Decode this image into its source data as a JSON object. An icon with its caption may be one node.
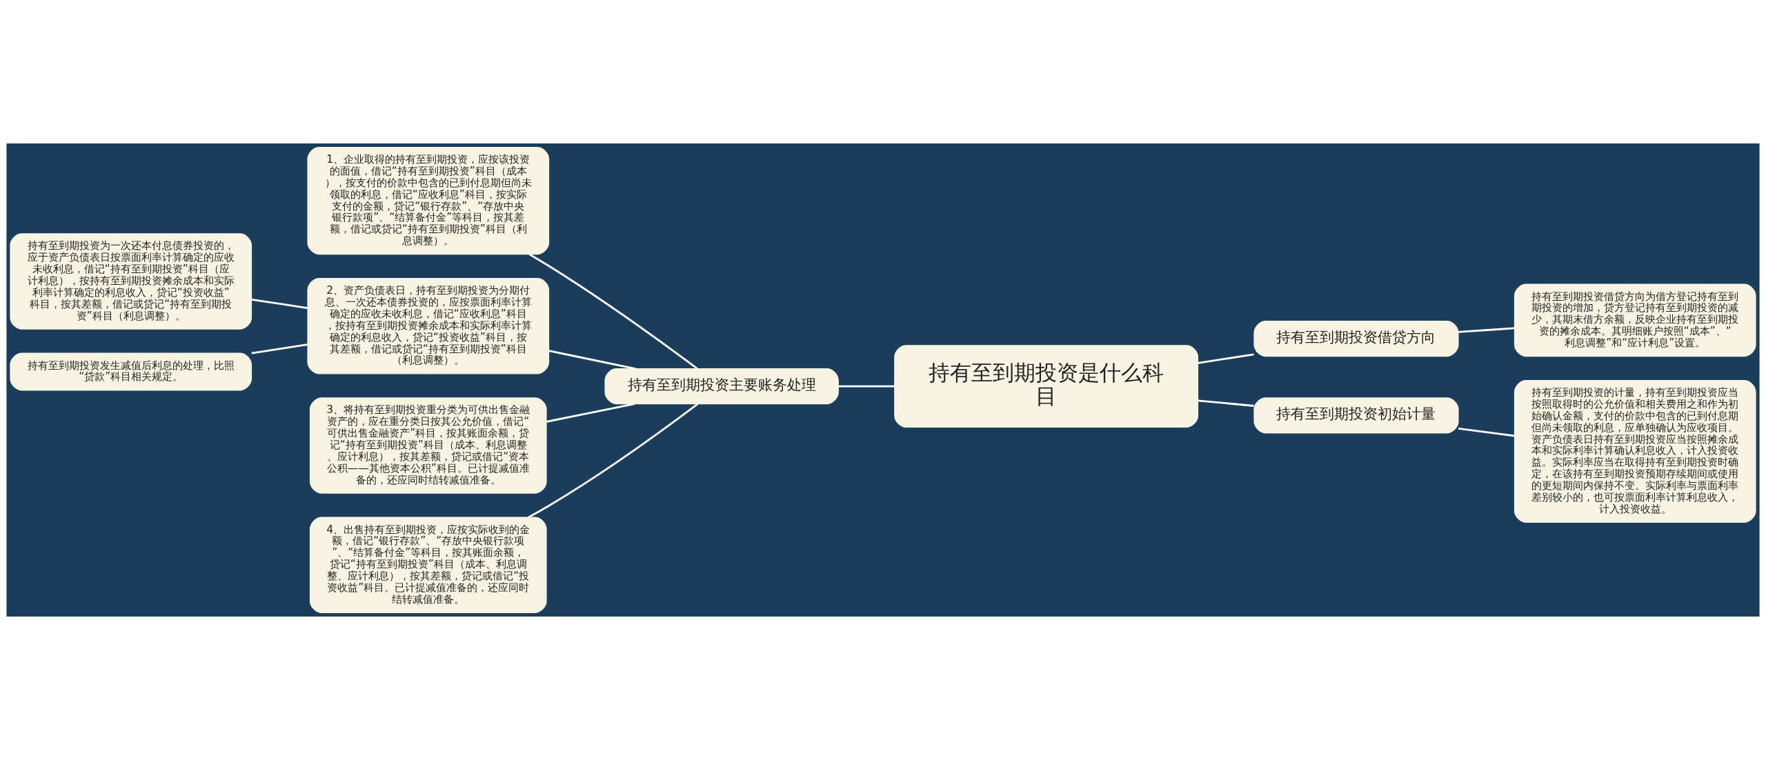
{
  "diagram": {
    "nodes": [
      {
        "text": [
          "持有至到期投资是什么科目"
        ]
      },
      {
        "text": [
          "持有至到期投资主要账务处理"
        ]
      },
      {
        "text": [
          "1、企业取得的持有至到期投资，应按该投资的面值，借记“持有至到期投资”科目（成本），按支付的价款中包含的已到付息期但尚未领取的利息，借记“应收利息”科目，按实际支付的金额，贷记“银行存款”、“存放中央银行款项”、“结算备付金”等科目，按其差额，借记或贷记“持有至到期投资”科目（利息调整）。"
        ]
      },
      {
        "text": [
          "2、资产负债表日，持有至到期投资为分期付息、一次还本债券投资的，应按票面利率计算确定的应收未收利息，借记“应收利息”科目，按持有至到期投资摊余成本和实际利率计算确定的利息收入，贷记“投资收益”科目，按其差额，借记或贷记“持有至到期投资”科目（利息调整）。"
        ]
      },
      {
        "text": [
          "持有至到期投资为一次还本付息债券投资的，应于资产负债表日按票面利率计算确定的应收未收利息，借记“持有至到期投资”科目（应计利息），按持有至到期投资摊余成本和实际利率计算确定的利息收入，贷记“投资收益”科目，按其差额，借记或贷记“持有至到期投资”科目（利息调整）。"
        ]
      },
      {
        "text": [
          "持有至到期投资发生减值后利息的处理，比照“贷款”科目相关规定。"
        ]
      },
      {
        "text": [
          "3、将持有至到期投资重分类为可供出售金融资产的，应在重分类日按其公允价值，借记“可供出售金融资产”科目，按其账面余额，贷记“持有至到期投资”科目（成本、利息调整、应计利息），按其差额，贷记或借记“资本公积——其他资本公积”科目。已计提减值准备的，还应同时结转减值准备。"
        ]
      },
      {
        "text": [
          "4、出售持有至到期投资，应按实际收到的金额，借记“银行存款”、“存放中央银行款项”、“结算备付金”等科目，按其账面余额，贷记“持有至到期投资”科目（成本、利息调整、应计利息），按其差额，贷记或借记“投资收益”科目。已计提减值准备的，还应同时结转减值准备。"
        ]
      },
      {
        "text": [
          "持有至到期投资借贷方向"
        ]
      },
      {
        "text": [
          "持有至到期投资借贷方向为借方登记持有至到期投资的增加，贷方登记持有至到期投资的减少，其期末借方余额，反映企业持有至到期投资的摊余成本。其明细账户按照“成本”、“利息调整”和“应计利息”设置。"
        ]
      },
      {
        "text": [
          "持有至到期投资初始计量"
        ]
      },
      {
        "text": [
          "持有至到期投资的计量，持有至到期投资应当按照取得时的公允价值和相关费用之和作为初始确认金额，支付的价款中包含的已到付息期但尚未领取的利息，应单独确认为应收项目。资产负债表日持有至到期投资应当按照摊余成本和实际利率计算确认利息收入，计入投资收益。实际利率应当在取得持有至到期投资时确定，在该持有至到期投资预期存续期间或使用的更短期间内保持不变。实际利率与票面利率差别较小的，也可按票面利率计算利息收入，计入投资收益。"
        ]
      }
    ],
    "edges": [
      {
        "from": 0,
        "to": 1,
        "arrow": "none"
      },
      {
        "from": 1,
        "to": 2,
        "arrow": "none"
      },
      {
        "from": 1,
        "to": 3,
        "arrow": "none"
      },
      {
        "from": 3,
        "to": 4,
        "arrow": "none"
      },
      {
        "from": 3,
        "to": 5,
        "arrow": "none"
      },
      {
        "from": 1,
        "to": 6,
        "arrow": "none"
      },
      {
        "from": 1,
        "to": 7,
        "arrow": "none"
      },
      {
        "from": 0,
        "to": 8,
        "arrow": "none"
      },
      {
        "from": 8,
        "to": 9,
        "arrow": "none"
      },
      {
        "from": 0,
        "to": 10,
        "arrow": "none"
      },
      {
        "from": 10,
        "to": 11,
        "arrow": "none"
      }
    ]
  }
}
